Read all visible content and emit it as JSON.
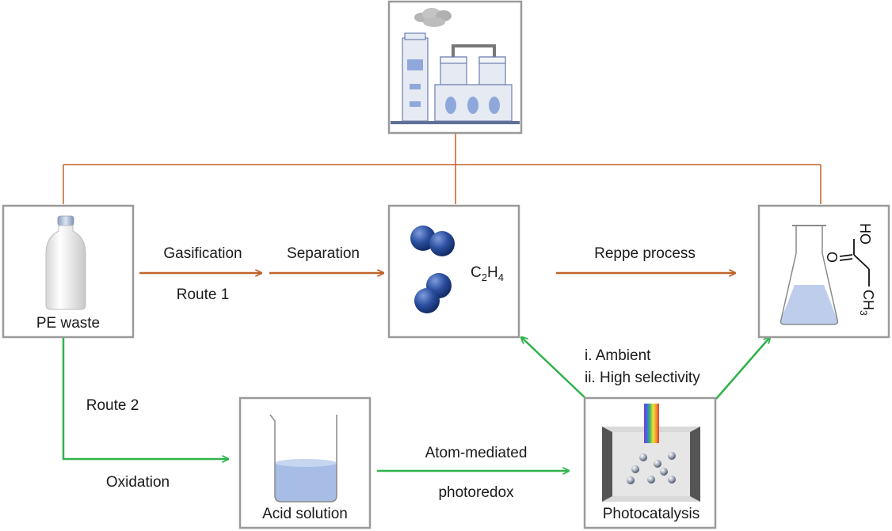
{
  "labels": {
    "pe_waste": "PE waste",
    "gasification": "Gasification",
    "route1": "Route 1",
    "separation": "Separation",
    "ethylene_main": "C",
    "ethylene_sub1": "2",
    "ethylene_mid": "H",
    "ethylene_sub2": "4",
    "reppe": "Reppe process",
    "route2": "Route 2",
    "oxidation": "Oxidation",
    "acid_solution": "Acid solution",
    "atom_mediated": "Atom-mediated",
    "photoredox": "photoredox",
    "photocatalysis": "Photocatalysis",
    "ambient": "i. Ambient",
    "high_selectivity": "ii. High selectivity"
  },
  "molecule": {
    "ho": "HO",
    "o": "O",
    "ch3_main": "CH",
    "ch3_sub": "3"
  },
  "colors": {
    "route1": "#c0622a",
    "route2": "#2fb34a",
    "box_border": "#9a9a9a",
    "ball": "#2b4fa0",
    "liquid": "#9fb6e0"
  }
}
